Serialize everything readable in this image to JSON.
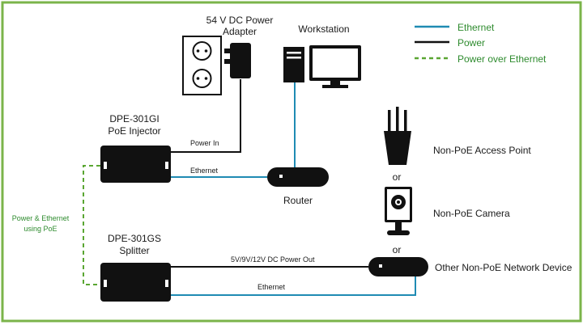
{
  "colors": {
    "ethernet": "#1f8bb3",
    "power": "#111111",
    "poe": "#5aa632",
    "frame": "#7bb44a",
    "device": "#111111"
  },
  "legend": {
    "ethernet": "Ethernet",
    "power": "Power",
    "poe": "Power over Ethernet"
  },
  "devices": {
    "adapter": [
      "54 V DC Power",
      "Adapter"
    ],
    "workstation": "Workstation",
    "injector": [
      "DPE-301GI",
      "PoE Injector"
    ],
    "splitter": [
      "DPE-301GS",
      "Splitter"
    ],
    "router": "Router",
    "access_point": "Non-PoE Access Point",
    "camera": "Non-PoE Camera",
    "other": "Other Non-PoE Network Device"
  },
  "connections": {
    "power_in": "Power In",
    "ethernet_top": "Ethernet",
    "dc_out": "5V/9V/12V DC Power Out",
    "ethernet_bottom": "Ethernet",
    "poe_link": [
      "Power & Ethernet",
      "using PoE"
    ]
  },
  "separators": [
    "or",
    "or"
  ]
}
